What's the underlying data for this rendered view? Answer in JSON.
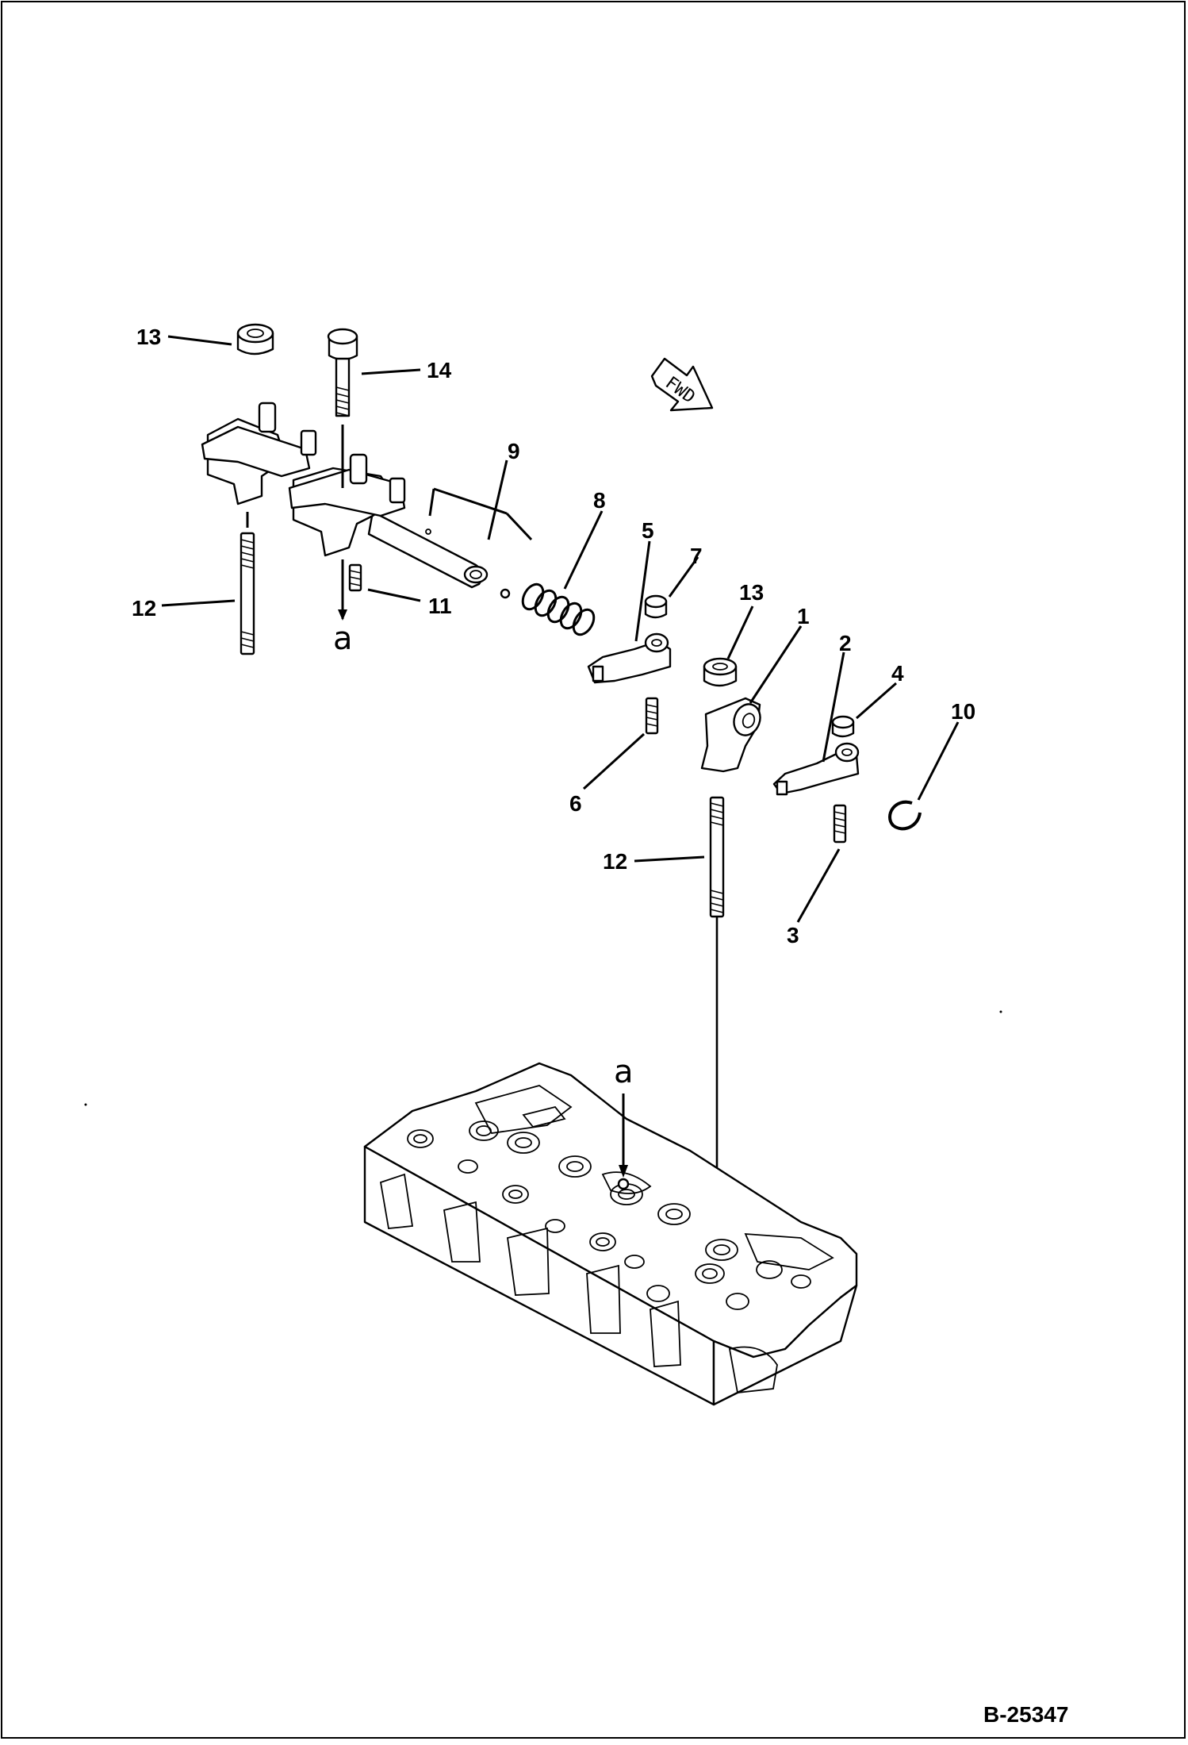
{
  "drawing_number": "B-25347",
  "direction_arrow": {
    "label": "FWD"
  },
  "parts": [
    {
      "ref": "1"
    },
    {
      "ref": "2"
    },
    {
      "ref": "3"
    },
    {
      "ref": "4"
    },
    {
      "ref": "5"
    },
    {
      "ref": "6"
    },
    {
      "ref": "7"
    },
    {
      "ref": "8"
    },
    {
      "ref": "9"
    },
    {
      "ref": "10"
    },
    {
      "ref": "11"
    },
    {
      "ref": "12"
    },
    {
      "ref": "13"
    },
    {
      "ref": "14"
    }
  ],
  "detail_marker": "a"
}
